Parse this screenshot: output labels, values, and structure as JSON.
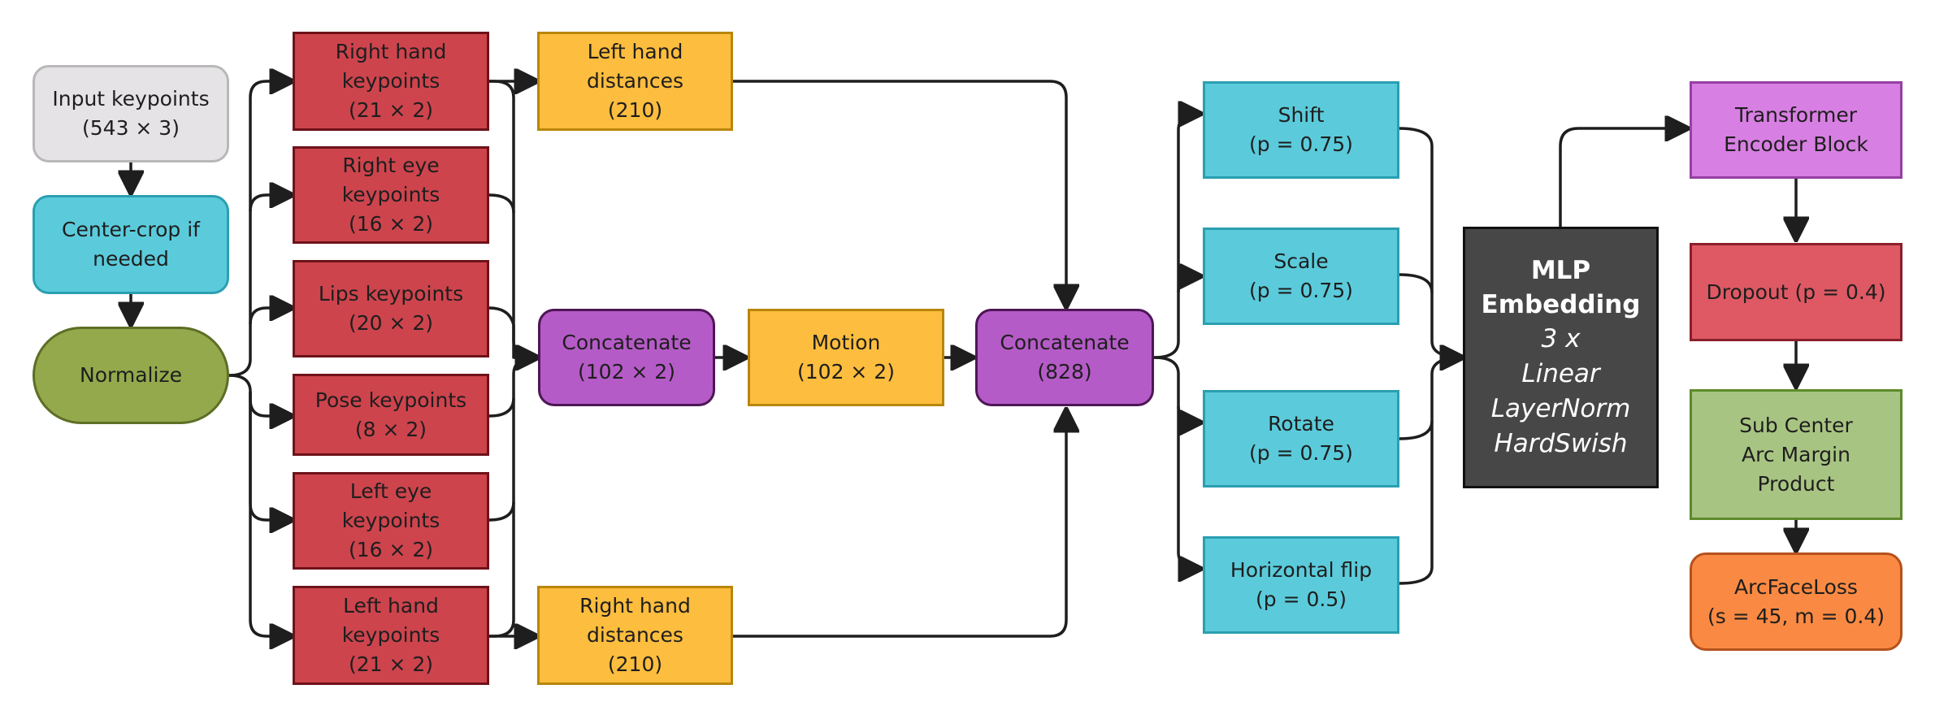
{
  "nodes": {
    "input": {
      "lines": [
        "Input keypoints",
        "(543 × 3)"
      ],
      "fill": "#e6e3e6",
      "border": "#b8b8b8"
    },
    "crop": {
      "lines": [
        "Center-crop if",
        "needed"
      ],
      "fill": "#5bcbdb",
      "border": "#2a9fb0"
    },
    "normalize": {
      "lines": [
        "Normalize"
      ],
      "fill": "#94a94c",
      "border": "#5d6e26"
    },
    "rhand": {
      "lines": [
        "Right hand",
        "keypoints",
        "(21 × 2)"
      ],
      "fill": "#cd444d",
      "border": "#6e1219"
    },
    "reye": {
      "lines": [
        "Right eye",
        "keypoints",
        "(16 × 2)"
      ],
      "fill": "#cd444d",
      "border": "#6e1219"
    },
    "lips": {
      "lines": [
        "Lips keypoints",
        "(20 × 2)"
      ],
      "fill": "#cd444d",
      "border": "#6e1219"
    },
    "pose": {
      "lines": [
        "Pose keypoints",
        "(8 × 2)"
      ],
      "fill": "#cd444d",
      "border": "#6e1219"
    },
    "leye": {
      "lines": [
        "Left eye",
        "keypoints",
        "(16 × 2)"
      ],
      "fill": "#cd444d",
      "border": "#6e1219"
    },
    "lhand": {
      "lines": [
        "Left hand",
        "keypoints",
        "(21 × 2)"
      ],
      "fill": "#cd444d",
      "border": "#6e1219"
    },
    "lhdist": {
      "lines": [
        "Left hand",
        "distances",
        "(210)"
      ],
      "fill": "#fdbd3e",
      "border": "#b8860b"
    },
    "rhdist": {
      "lines": [
        "Right hand",
        "distances",
        "(210)"
      ],
      "fill": "#fdbd3e",
      "border": "#b8860b"
    },
    "concat1": {
      "lines": [
        "Concatenate",
        "(102 × 2)"
      ],
      "fill": "#b55bc7",
      "border": "#4d1656"
    },
    "motion": {
      "lines": [
        "Motion",
        "(102 × 2)"
      ],
      "fill": "#fdbd3e",
      "border": "#b8860b"
    },
    "concat2": {
      "lines": [
        "Concatenate",
        "(828)"
      ],
      "fill": "#b55bc7",
      "border": "#4d1656"
    },
    "shift": {
      "lines": [
        "Shift",
        "(p = 0.75)"
      ],
      "fill": "#5bcbdb",
      "border": "#2a9fb0"
    },
    "scale": {
      "lines": [
        "Scale",
        "(p = 0.75)"
      ],
      "fill": "#5bcbdb",
      "border": "#2a9fb0"
    },
    "rotate": {
      "lines": [
        "Rotate",
        "(p = 0.75)"
      ],
      "fill": "#5bcbdb",
      "border": "#2a9fb0"
    },
    "hflip": {
      "lines": [
        "Horizontal flip",
        "(p = 0.5)"
      ],
      "fill": "#5bcbdb",
      "border": "#2a9fb0"
    },
    "mlp": {
      "title": [
        "MLP",
        "Embedding"
      ],
      "italic": [
        "3 x",
        "Linear",
        "LayerNorm",
        "HardSwish"
      ],
      "fill": "#474747",
      "border": "#111111"
    },
    "transformer": {
      "lines": [
        "Transformer",
        "Encoder Block"
      ],
      "fill": "#d87fe3",
      "border": "#9640a3"
    },
    "dropout": {
      "lines": [
        "Dropout (p = 0.4)"
      ],
      "fill": "#de5964",
      "border": "#8a1f2a"
    },
    "subcenter": {
      "lines": [
        "Sub Center",
        "Arc Margin",
        "Product"
      ],
      "fill": "#a8c482",
      "border": "#5d8a2b"
    },
    "arcface": {
      "lines": [
        "ArcFaceLoss",
        "(s = 45, m = 0.4)"
      ],
      "fill": "#fa8a43",
      "border": "#b5511d"
    }
  },
  "colors": {
    "edge": "#1e1e1e"
  }
}
